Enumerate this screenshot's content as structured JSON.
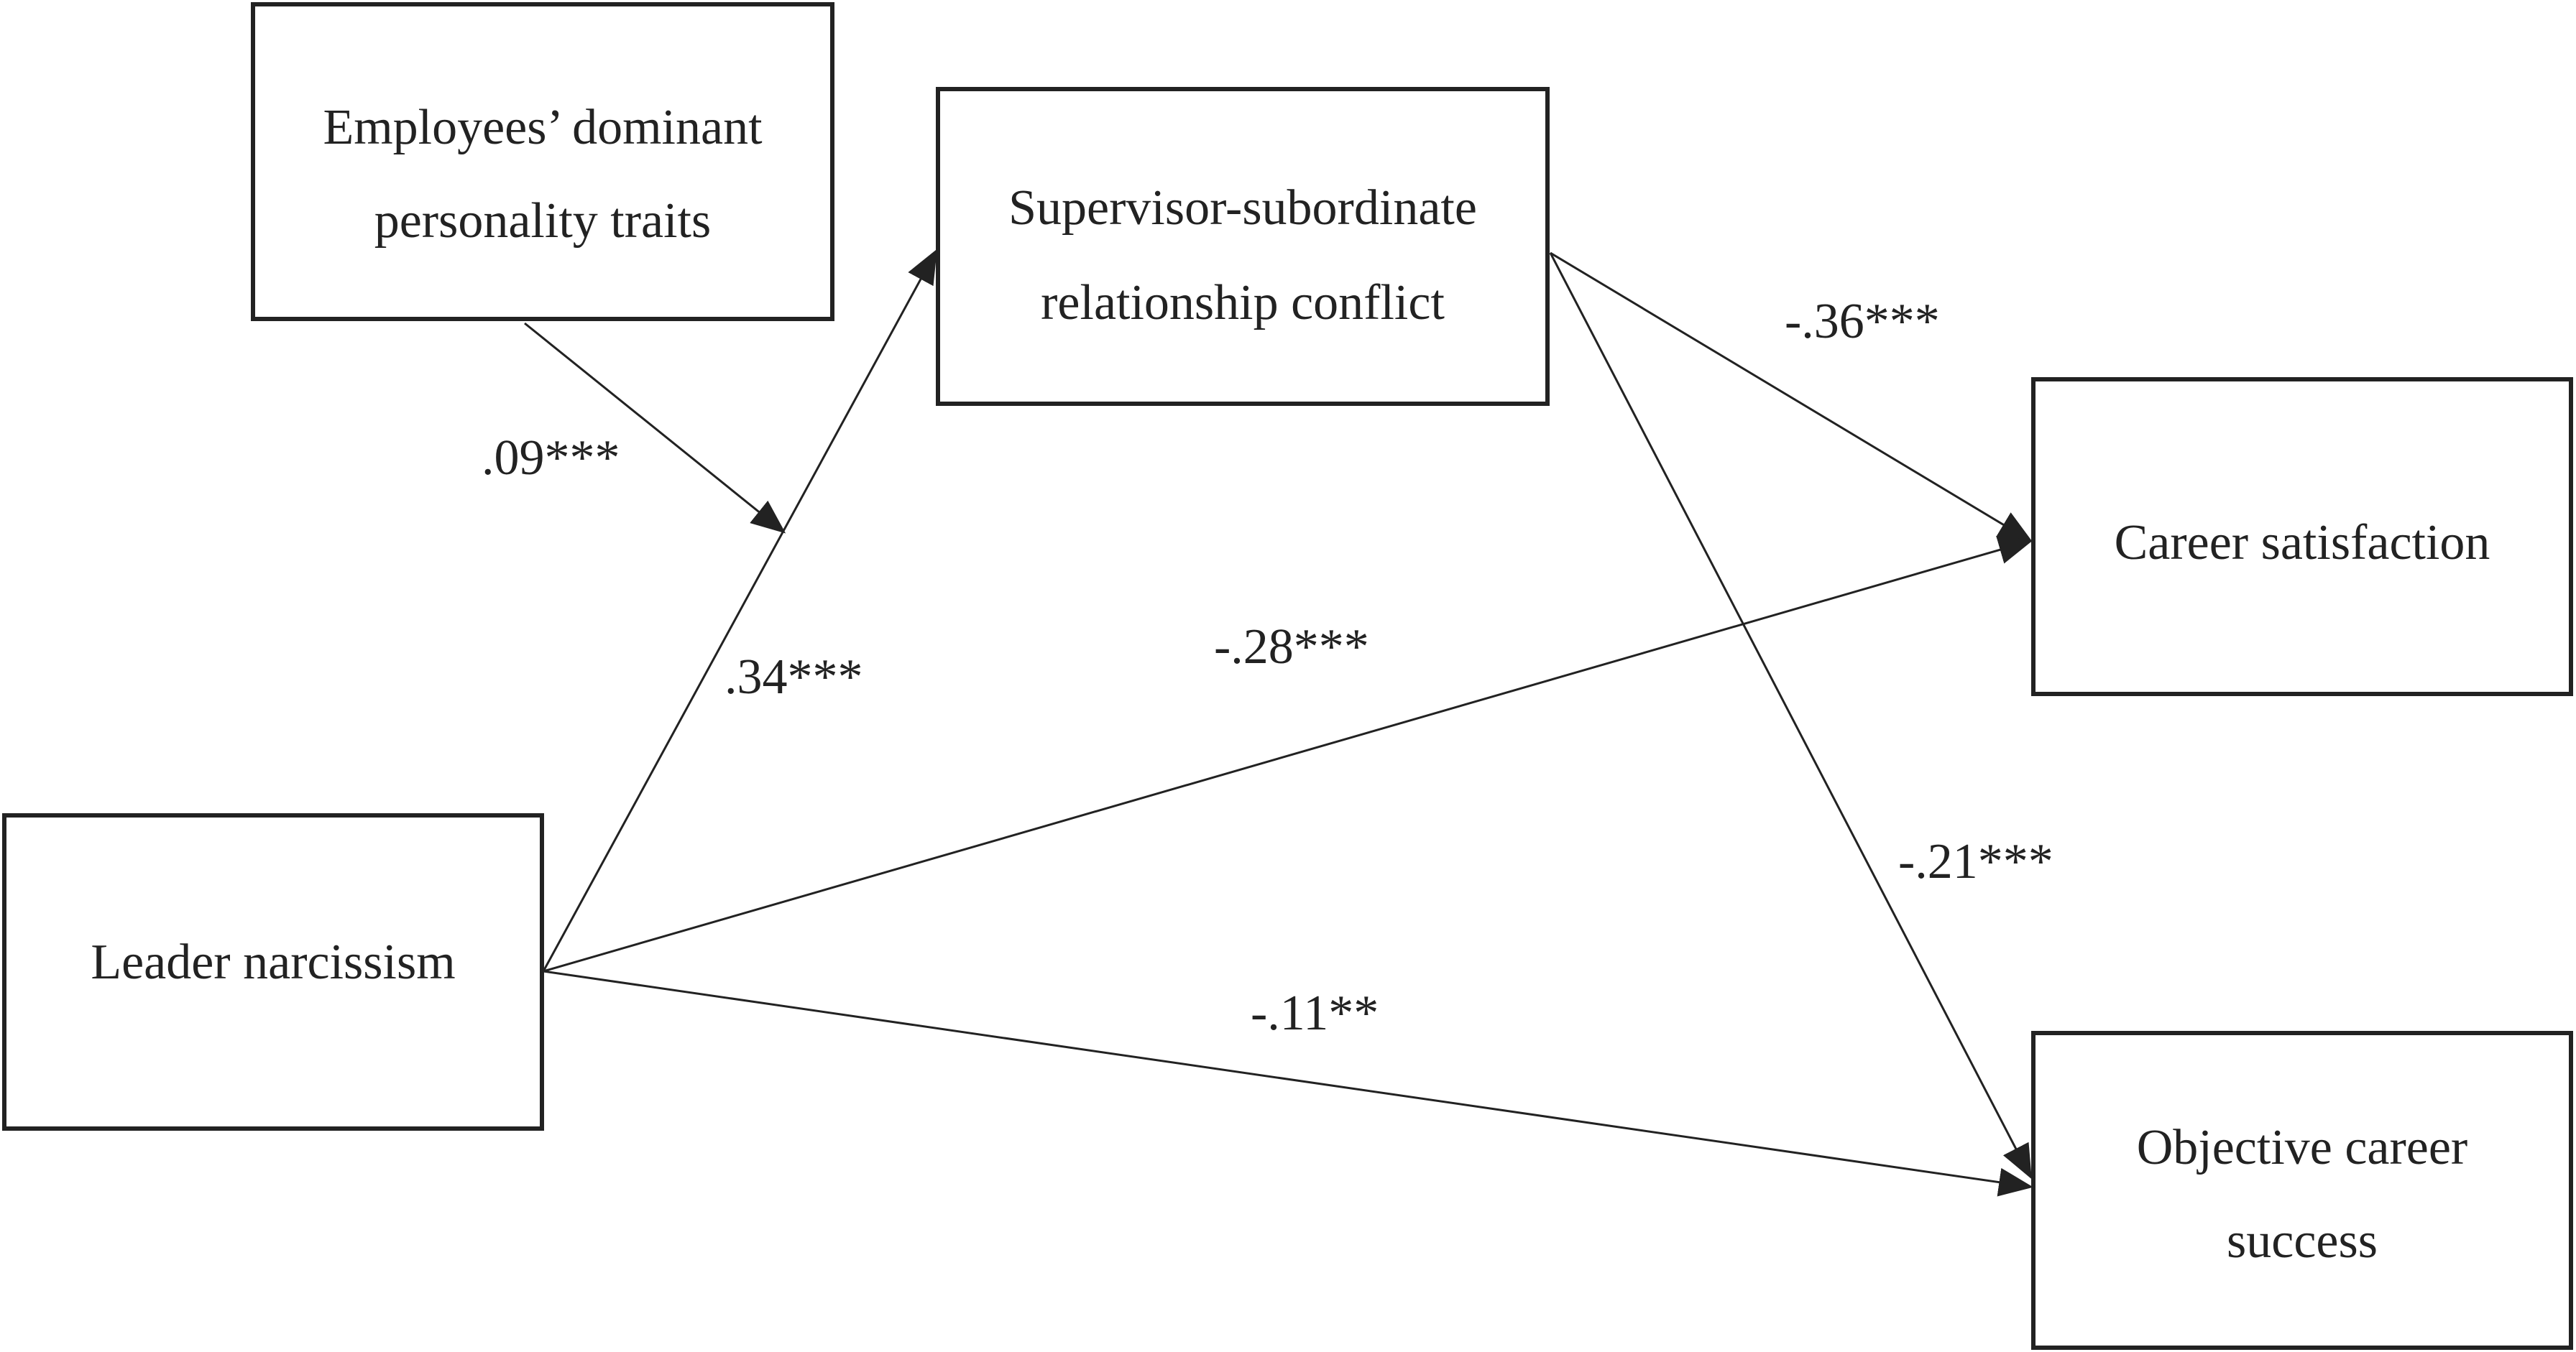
{
  "nodes": {
    "dominant_traits": {
      "line1": "Employees’ dominant",
      "line2": "personality traits"
    },
    "relationship_conflict": {
      "line1": "Supervisor-subordinate",
      "line2": "relationship conflict"
    },
    "career_satisfaction": {
      "line1": "Career satisfaction"
    },
    "leader_narcissism": {
      "line1": "Leader narcissism"
    },
    "objective_success": {
      "line1": "Objective career",
      "line2": "success"
    }
  },
  "edges": {
    "moderation": ".09***",
    "narcissism_to_conflict": ".34***",
    "conflict_to_satisfaction": "-.36***",
    "narcissism_to_satisfaction": "-.28***",
    "conflict_to_success": "-.21***",
    "narcissism_to_success": "-.11**"
  },
  "colors": {
    "ink": "#222222",
    "background": "#ffffff"
  }
}
